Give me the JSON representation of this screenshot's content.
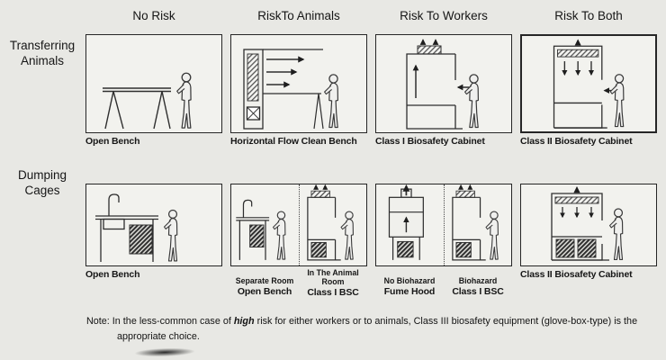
{
  "columns": [
    {
      "label": "No Risk"
    },
    {
      "label": "RiskTo Animals"
    },
    {
      "label": "Risk To Workers"
    },
    {
      "label": "Risk To Both"
    }
  ],
  "rows": [
    {
      "label": "Transferring\nAnimals"
    },
    {
      "label": "Dumping\nCages"
    }
  ],
  "grid": {
    "transferring": [
      {
        "caption": "Open Bench"
      },
      {
        "caption": "Horizontal Flow Clean Bench"
      },
      {
        "caption": "Class I Biosafety Cabinet"
      },
      {
        "caption": "Class II Biosafety Cabinet"
      }
    ],
    "dumping": [
      {
        "caption": "Open Bench"
      },
      {
        "left_sub": "Separate Room",
        "left_caption": "Open Bench",
        "right_sub": "In The Animal Room",
        "right_caption": "Class I BSC"
      },
      {
        "left_sub": "No Biohazard",
        "left_caption": "Fume Hood",
        "right_sub": "Biohazard",
        "right_caption": "Class I BSC"
      },
      {
        "caption": "Class II Biosafety Cabinet"
      }
    ]
  },
  "note": {
    "prefix": "Note: In the less-common case of ",
    "emphasis": "high",
    "suffix": " risk for either workers or to animals, Class III biosafety equipment (glove-box-type) is the",
    "line2": "appropriate choice."
  },
  "colors": {
    "background": "#e8e8e4",
    "box_fill": "#f2f2ee",
    "line": "#2e2e2e",
    "text": "#161616"
  }
}
